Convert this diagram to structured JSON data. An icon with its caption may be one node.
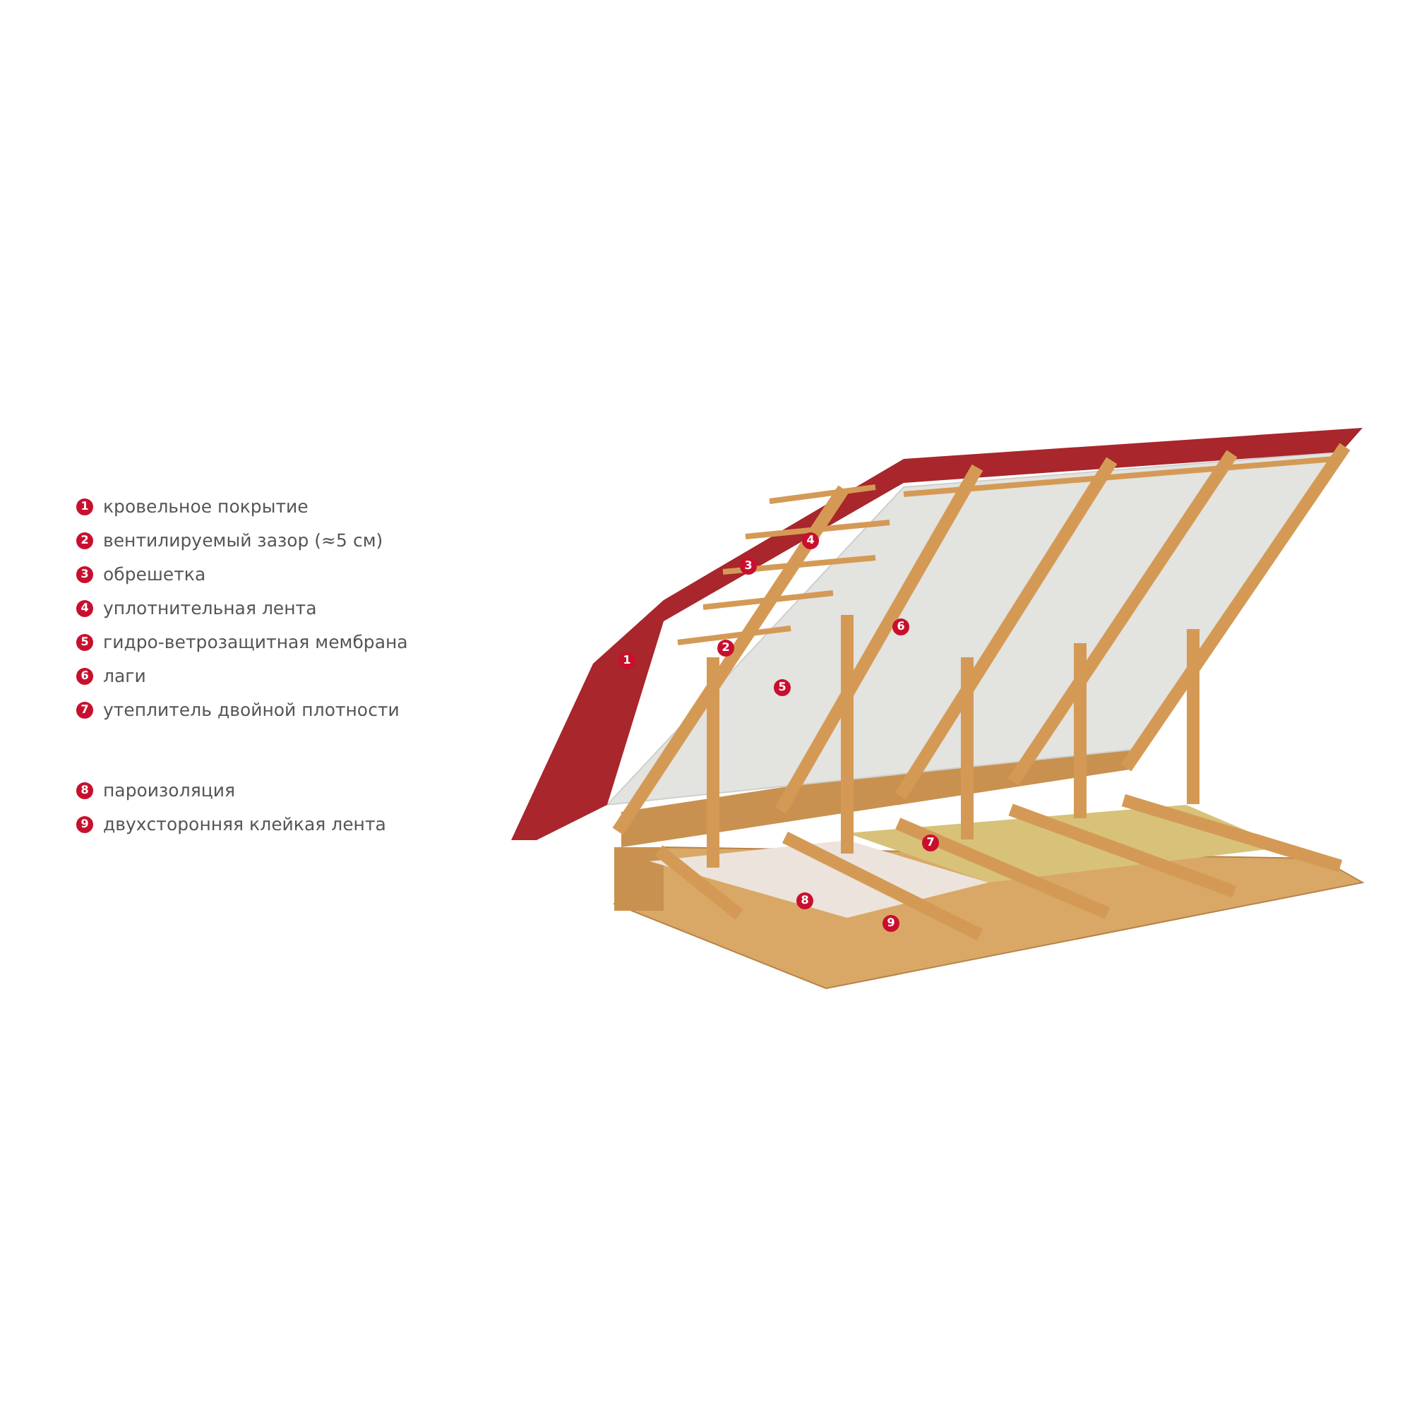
{
  "diagram": {
    "labels": [
      "1",
      "кровельное покрытие",
      "2",
      "вентилируемый зазор (≈5 см)",
      "3",
      "обрешетка",
      "4",
      "уплотнительная лента",
      "5",
      "гидро-ветрозащитная мембрана",
      "6",
      "лаги",
      "7",
      "утеплитель двойной плотности",
      "8",
      "пароизоляция",
      "9",
      "двухсторонняя клейкая лента",
      "4",
      "3",
      "6",
      "2",
      "1",
      "5",
      "7",
      "8",
      "9"
    ]
  }
}
